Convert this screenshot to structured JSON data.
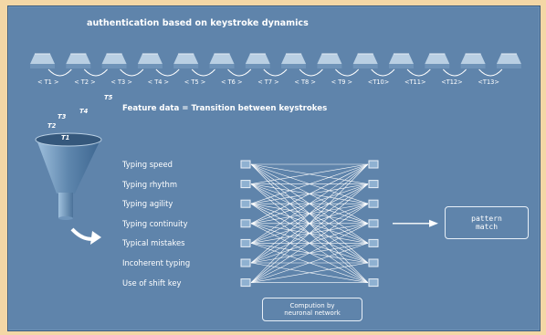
{
  "title": "authentication based on keystroke dynamics",
  "transition_labels": [
    "< T1 >",
    "< T2 >",
    "< T3 >",
    "< T4 >",
    "< T5 >",
    "< T6 >",
    "< T7 >",
    "< T8 >",
    "< T9 >",
    "<T10>",
    "<T11>",
    "<T12>",
    "<T13>"
  ],
  "funnel_labels": [
    "T1",
    "T2",
    "T3",
    "T4",
    "T5"
  ],
  "feature_title": "Feature data = Transition between keystrokes",
  "features": [
    "Typing speed",
    "Typing rhythm",
    "Typing agility",
    "Typing continuity",
    "Typical mistakes",
    "Incoherent typing",
    "Use of shift key"
  ],
  "output_label": "pattern\nmatch",
  "network_label": "Compution by\nneuronal network",
  "colors": {
    "background": "#5f84ab",
    "outer": "#f4d7a6",
    "line": "#ffffff",
    "key": "#a9c2da"
  }
}
